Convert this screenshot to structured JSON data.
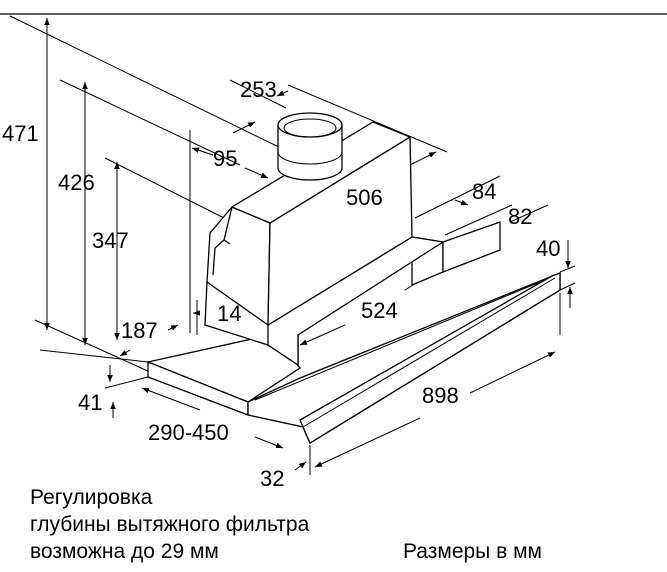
{
  "dimensions": {
    "total_height": "471",
    "height_426": "426",
    "height_347": "347",
    "chimney_offset": "253",
    "chimney_depth": "95",
    "body_width": "506",
    "step_84": "84",
    "step_82": "82",
    "front_height": "40",
    "gap_14": "14",
    "lower_width": "524",
    "depth_187": "187",
    "filter_height": "41",
    "total_width": "898",
    "depth_range": "290-450",
    "front_depth": "32"
  },
  "notes": {
    "line1": "Регулировка",
    "line2": "глубины вытяжного фильтра",
    "line3": "возможна до 29 мм",
    "units": "Размеры в мм"
  }
}
